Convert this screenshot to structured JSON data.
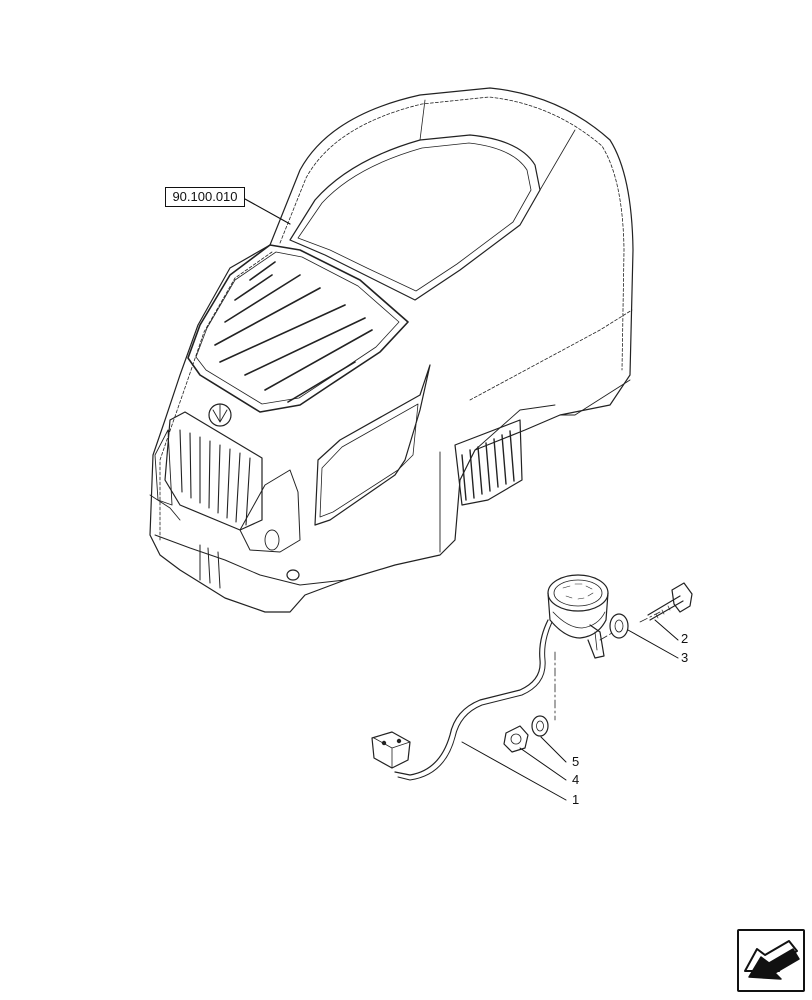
{
  "reference_label": "90.100.010",
  "callouts": [
    {
      "id": "callout-1",
      "text": "1"
    },
    {
      "id": "callout-2",
      "text": "2"
    },
    {
      "id": "callout-3",
      "text": "3"
    },
    {
      "id": "callout-4",
      "text": "4"
    },
    {
      "id": "callout-5",
      "text": "5"
    }
  ],
  "icons": {
    "navigation": "back-arrow-icon",
    "logo": "brand-emblem-icon"
  },
  "colors": {
    "line": "#111111",
    "background": "#ffffff"
  }
}
